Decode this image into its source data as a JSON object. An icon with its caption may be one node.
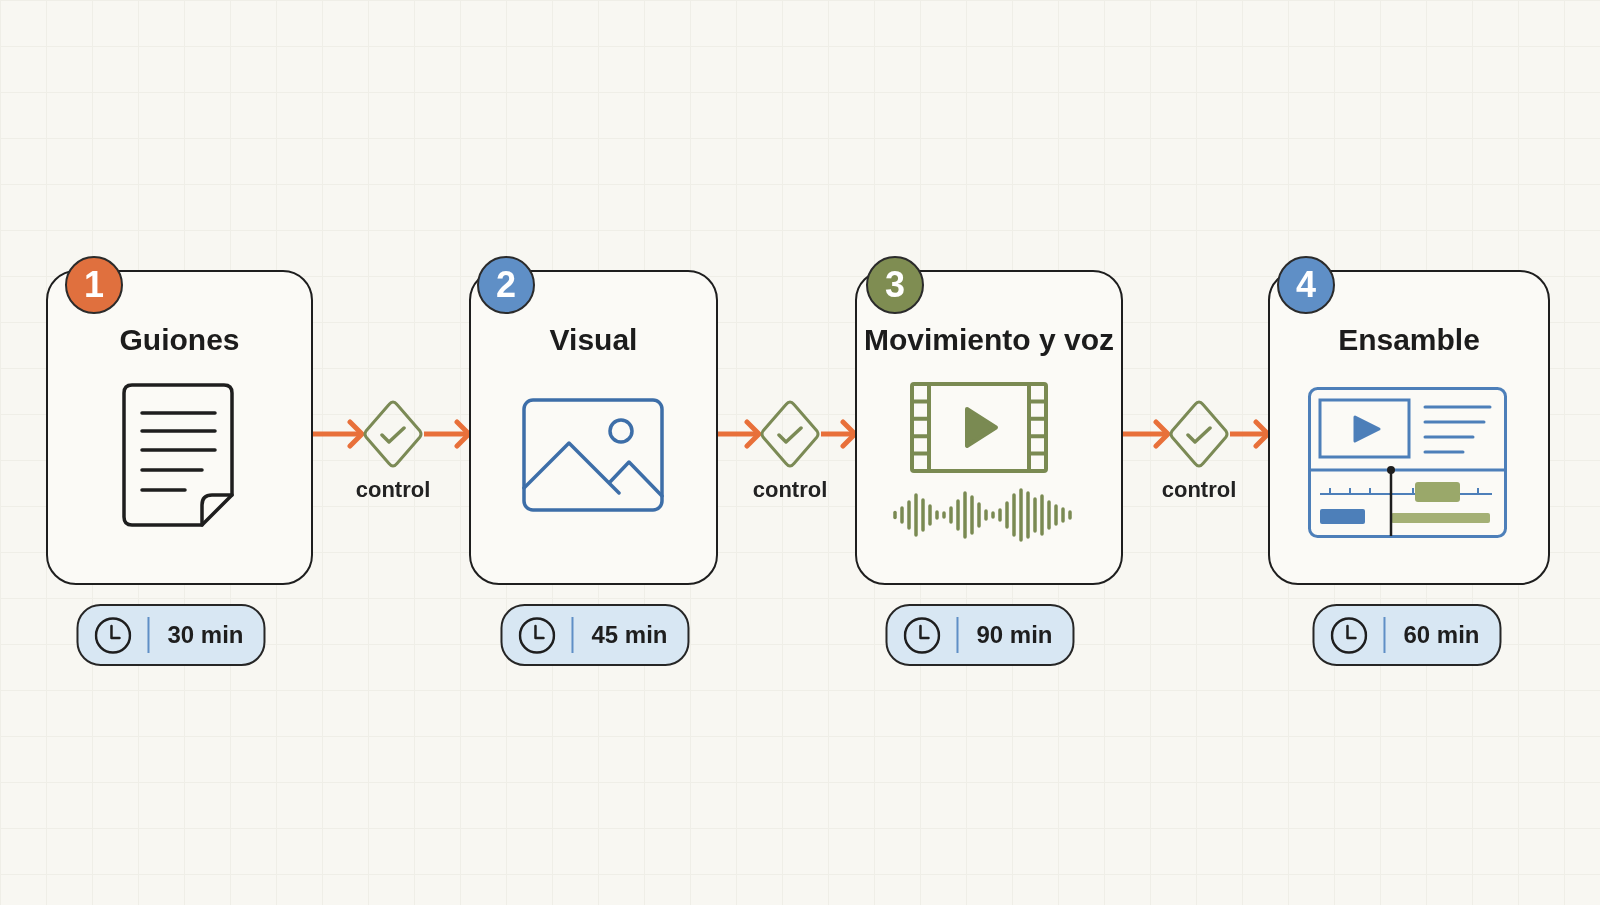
{
  "diagram": {
    "nodes": [
      {
        "text": [
          "1"
        ]
      },
      {
        "text": [
          "Guiones"
        ],
        "beside": [
          "30 min"
        ]
      },
      {
        "text": [],
        "shape": "diamond",
        "beside": [
          "control"
        ]
      },
      {
        "text": [
          "2"
        ]
      },
      {
        "text": [
          "Visual"
        ],
        "beside": [
          "45 min"
        ]
      },
      {
        "text": [],
        "shape": "diamond",
        "beside": [
          "control"
        ]
      },
      {
        "text": [
          "3"
        ]
      },
      {
        "text": [
          "Movimiento y voz"
        ],
        "beside": [
          "90 min"
        ]
      },
      {
        "text": [],
        "shape": "diamond",
        "beside": [
          "control"
        ]
      },
      {
        "text": [
          "4"
        ]
      },
      {
        "text": [
          "Ensamble"
        ],
        "beside": [
          "60 min"
        ]
      }
    ],
    "edges": [
      {
        "from": 1,
        "to": 2,
        "arrow": "to"
      },
      {
        "from": 2,
        "to": 4,
        "arrow": "to"
      },
      {
        "from": 4,
        "to": 5,
        "arrow": "to"
      },
      {
        "from": 5,
        "to": 7,
        "arrow": "to"
      },
      {
        "from": 7,
        "to": 8,
        "arrow": "to"
      },
      {
        "from": 8,
        "to": 10,
        "arrow": "to"
      }
    ]
  }
}
